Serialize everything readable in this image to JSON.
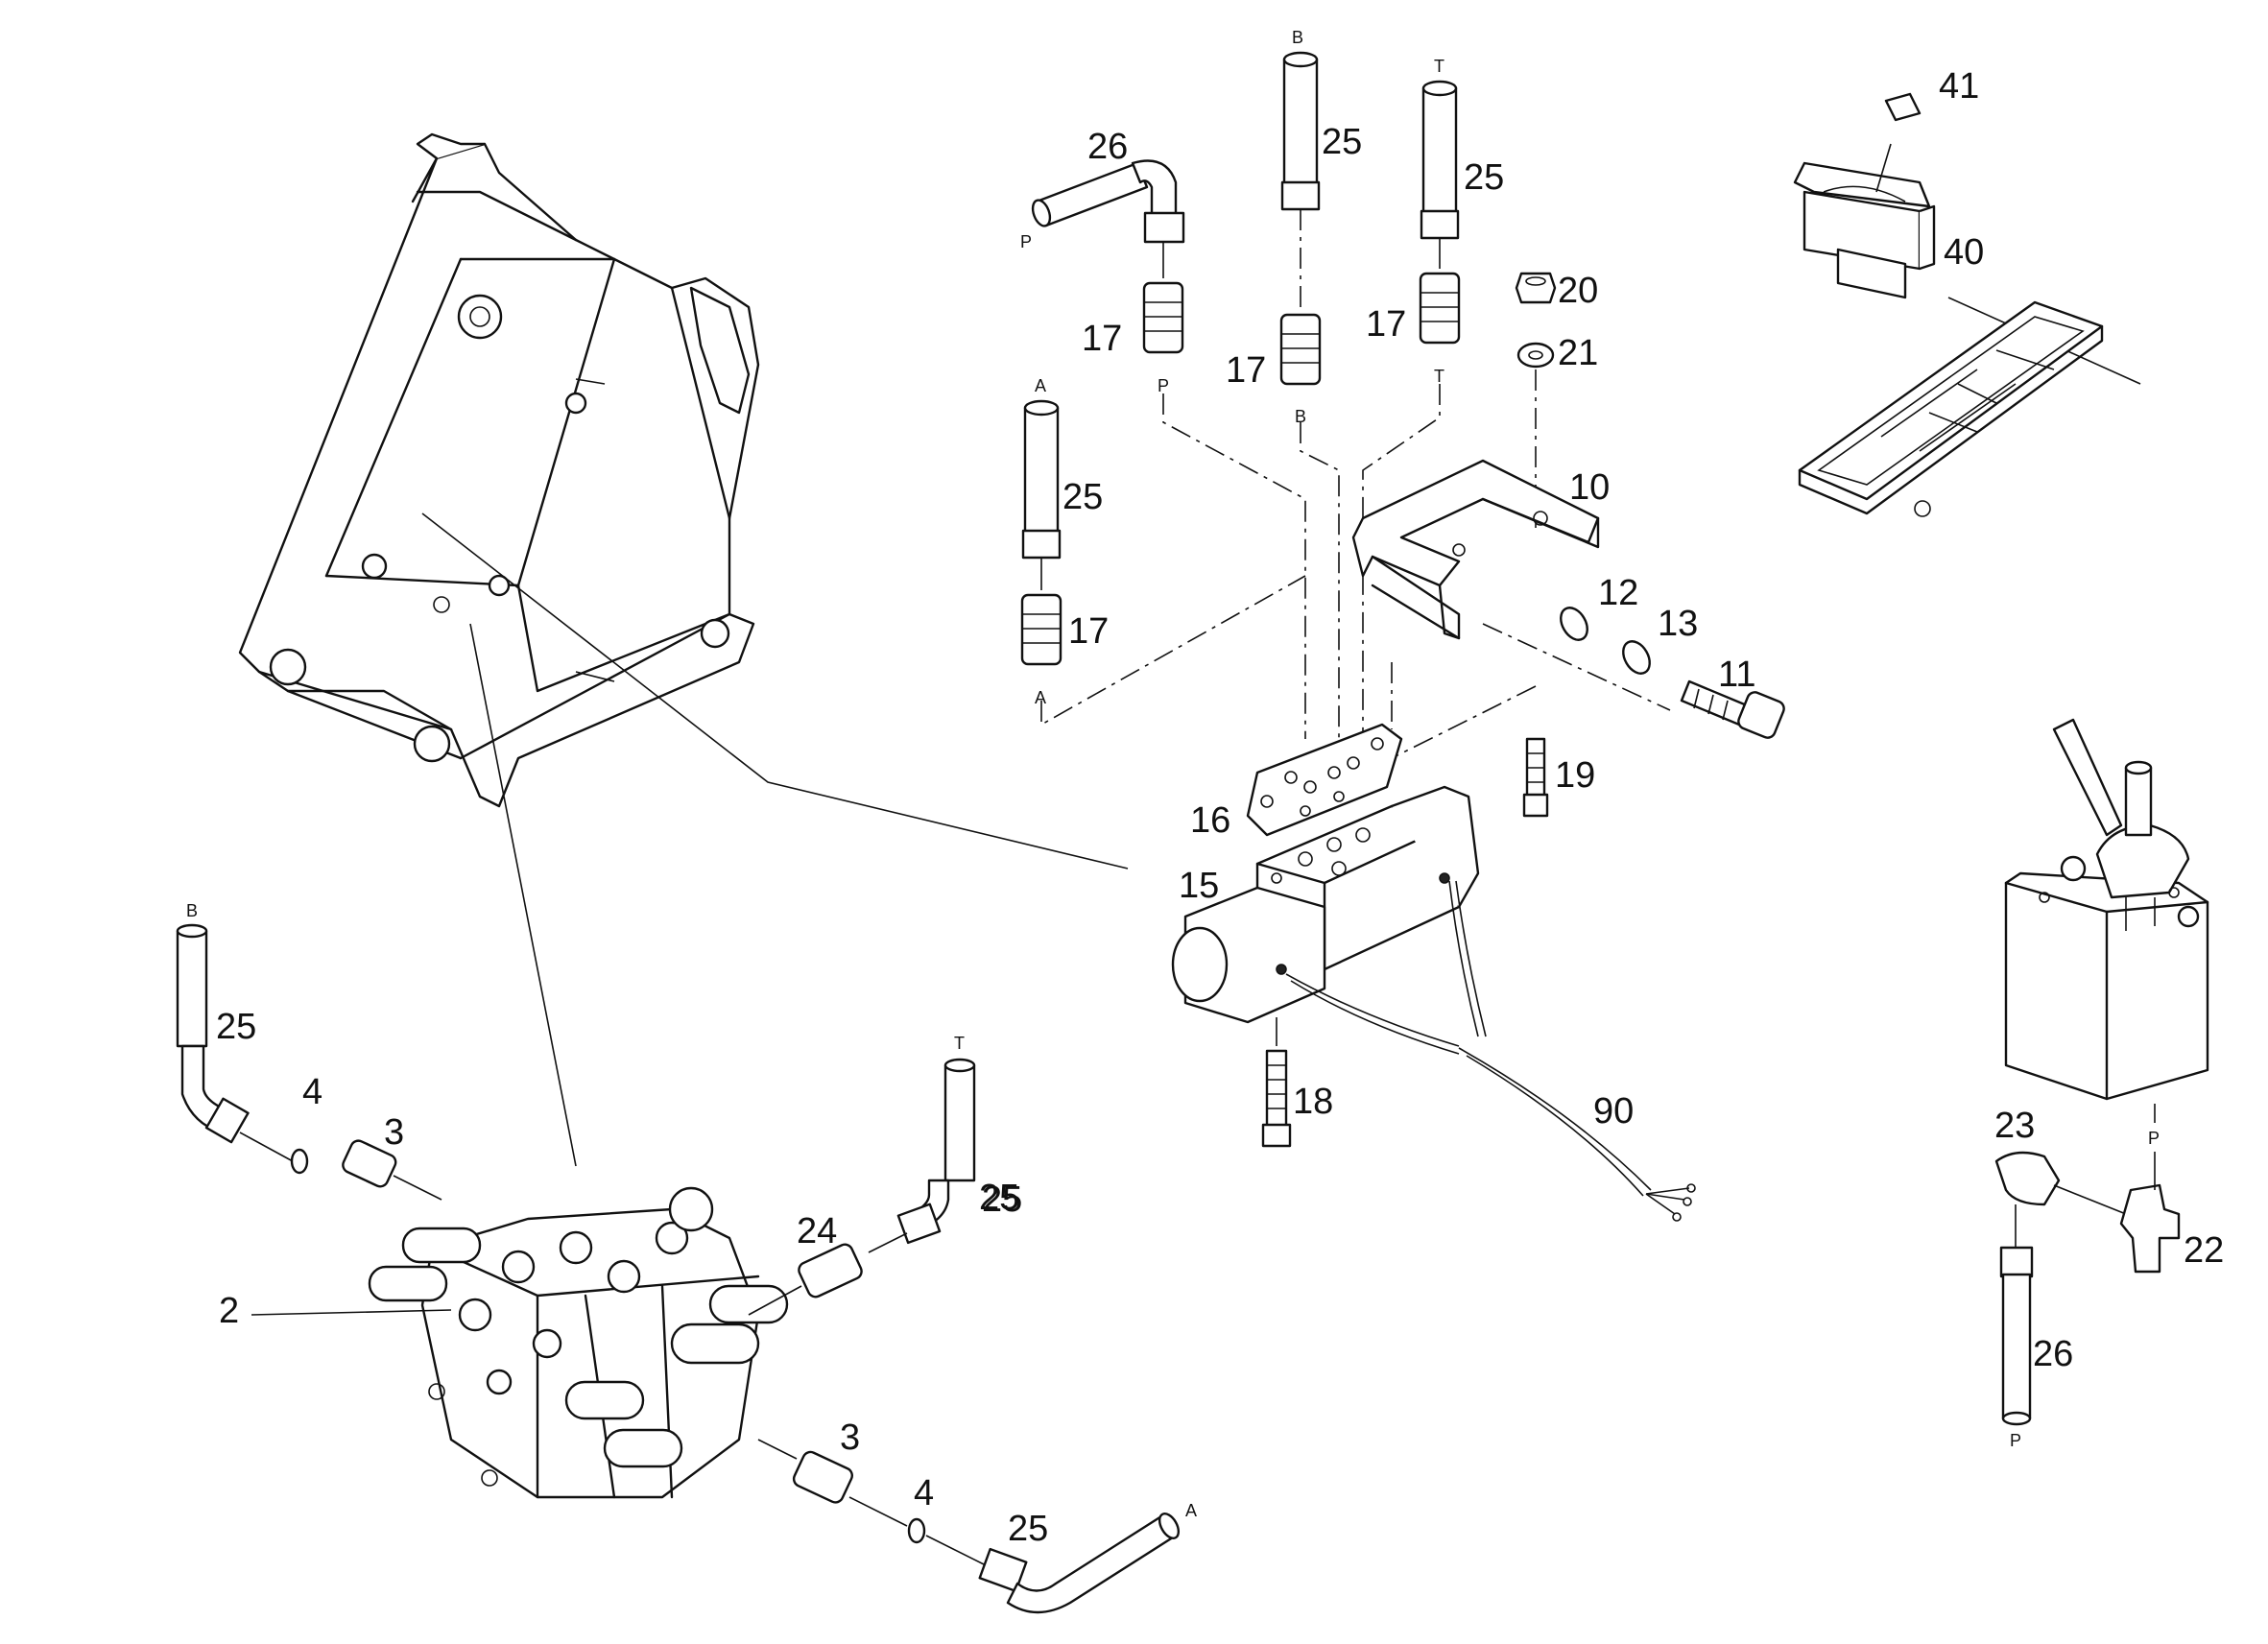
{
  "diagram": {
    "callouts": [
      "2",
      "3",
      "3",
      "4",
      "4",
      "10",
      "11",
      "12",
      "13",
      "15",
      "16",
      "17",
      "17",
      "17",
      "17",
      "18",
      "19",
      "20",
      "21",
      "22",
      "23",
      "24",
      "25",
      "25",
      "25",
      "25",
      "25",
      "25",
      "25",
      "26",
      "26",
      "40",
      "41",
      "90"
    ],
    "ports": [
      "P",
      "B",
      "T",
      "P",
      "B",
      "T",
      "A",
      "A",
      "B",
      "T",
      "A",
      "P",
      "P"
    ]
  }
}
